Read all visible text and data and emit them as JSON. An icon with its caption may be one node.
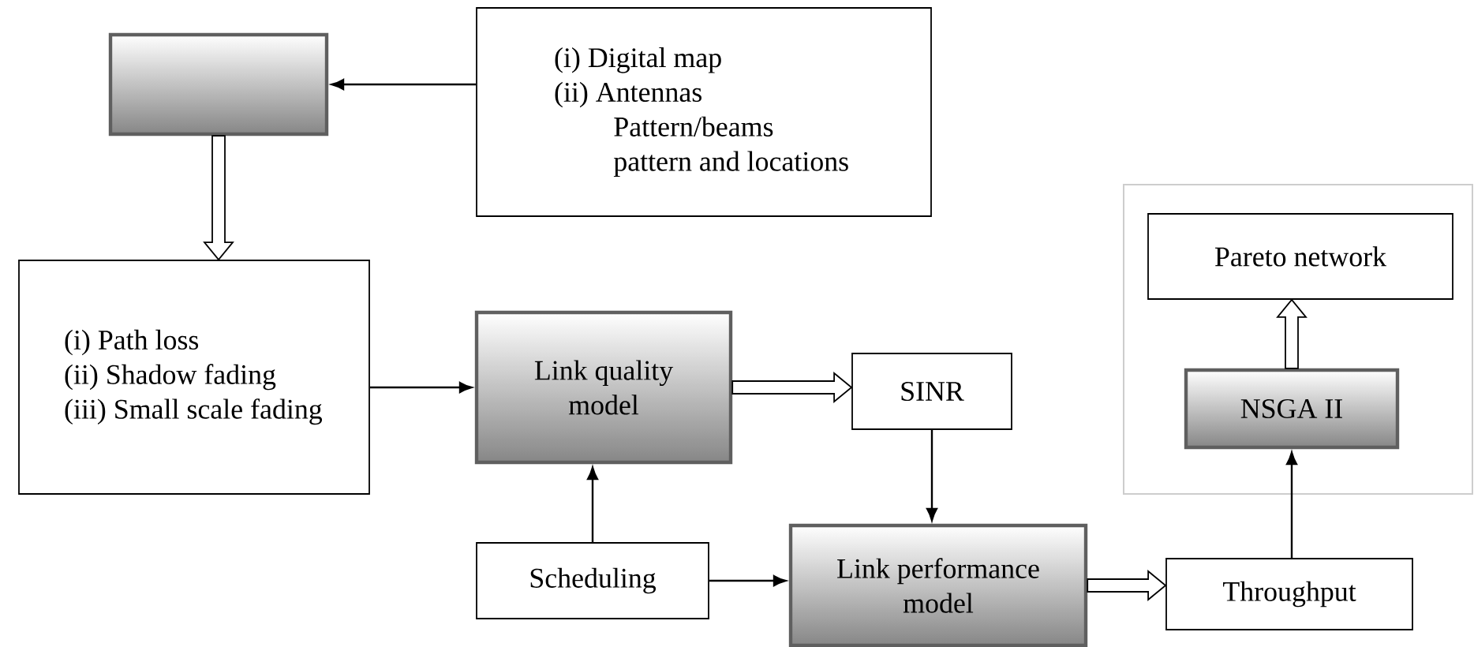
{
  "diagram": {
    "nodes": [
      {
        "text": [],
        "shape": "box"
      },
      {
        "text": [
          "(i) Digital map",
          "(ii) Antennas Pattern/beams pattern and locations"
        ]
      },
      {
        "text": [
          "(i) Path loss",
          "(ii) Shadow fading",
          "(iii) Small scale fading"
        ]
      },
      {
        "text": [
          "Link quality model"
        ]
      },
      {
        "text": [
          "SINR"
        ]
      },
      {
        "text": [
          "Scheduling"
        ]
      },
      {
        "text": [
          "Link performance model"
        ]
      },
      {
        "text": [
          "Throughput"
        ]
      },
      {
        "text": [],
        "shape": "box"
      },
      {
        "text": [
          "Pareto network"
        ],
        "in": 8
      },
      {
        "text": [
          "NSGA II"
        ],
        "in": 8
      }
    ],
    "edges": [
      {
        "from": 1,
        "to": 0,
        "arrow": "to"
      },
      {
        "from": 0,
        "to": 2,
        "arrow": "to",
        "style": "thick"
      },
      {
        "from": 2,
        "to": 3,
        "arrow": "to"
      },
      {
        "from": 3,
        "to": 4,
        "arrow": "to",
        "style": "thick"
      },
      {
        "from": 4,
        "to": 6,
        "arrow": "to"
      },
      {
        "from": 5,
        "to": 3,
        "arrow": "to"
      },
      {
        "from": 5,
        "to": 6,
        "arrow": "to"
      },
      {
        "from": 6,
        "to": 7,
        "arrow": "to",
        "style": "thick"
      },
      {
        "from": 7,
        "to": 10,
        "arrow": "to"
      },
      {
        "from": 10,
        "to": 9,
        "arrow": "to",
        "style": "thick"
      }
    ]
  }
}
